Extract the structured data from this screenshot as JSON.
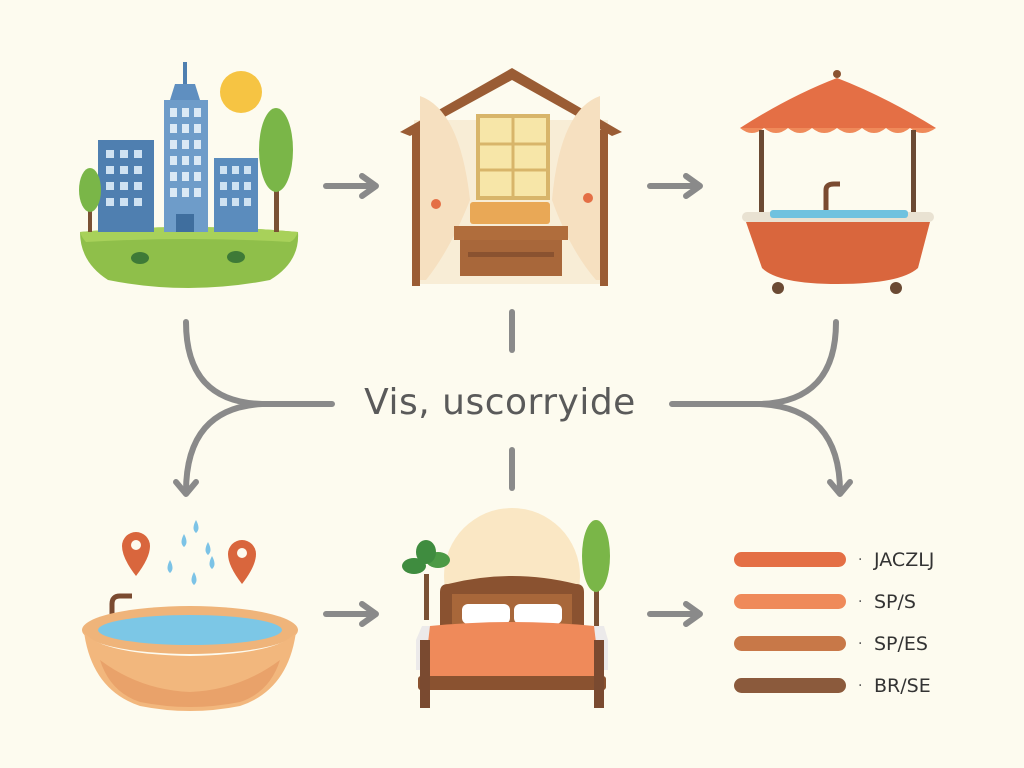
{
  "center_label": "Vis, uscorryide",
  "legend": [
    {
      "label": "JACZLJ",
      "color": "#e46f45"
    },
    {
      "label": "SP/S",
      "color": "#ef8a5a"
    },
    {
      "label": "SP/ES",
      "color": "#c87848"
    },
    {
      "label": "BR/SE",
      "color": "#8b5a3c"
    }
  ],
  "icons": [
    "city-skyline-icon",
    "cabin-window-icon",
    "canopy-bathtub-icon",
    "bath-basin-icon",
    "bed-icon"
  ],
  "colors": {
    "background": "#fdfbef",
    "arrow": "#8a8a8a",
    "accent": "#e46f45"
  }
}
